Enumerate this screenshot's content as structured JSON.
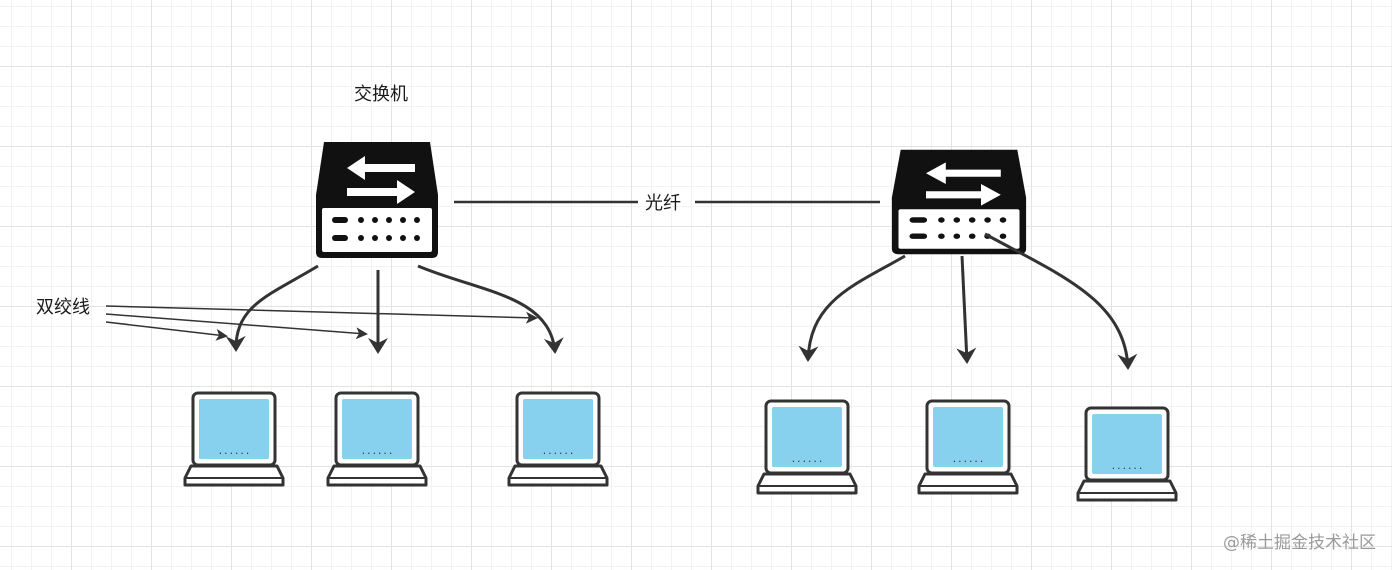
{
  "labels": {
    "switch": "交换机",
    "fiber": "光纤",
    "twisted_pair": "双绞线"
  },
  "laptop_screen_text": "......",
  "watermark": "@稀土掘金技术社区",
  "colors": {
    "device": "#111111",
    "screen": "#87d0ee",
    "line": "#333333"
  }
}
